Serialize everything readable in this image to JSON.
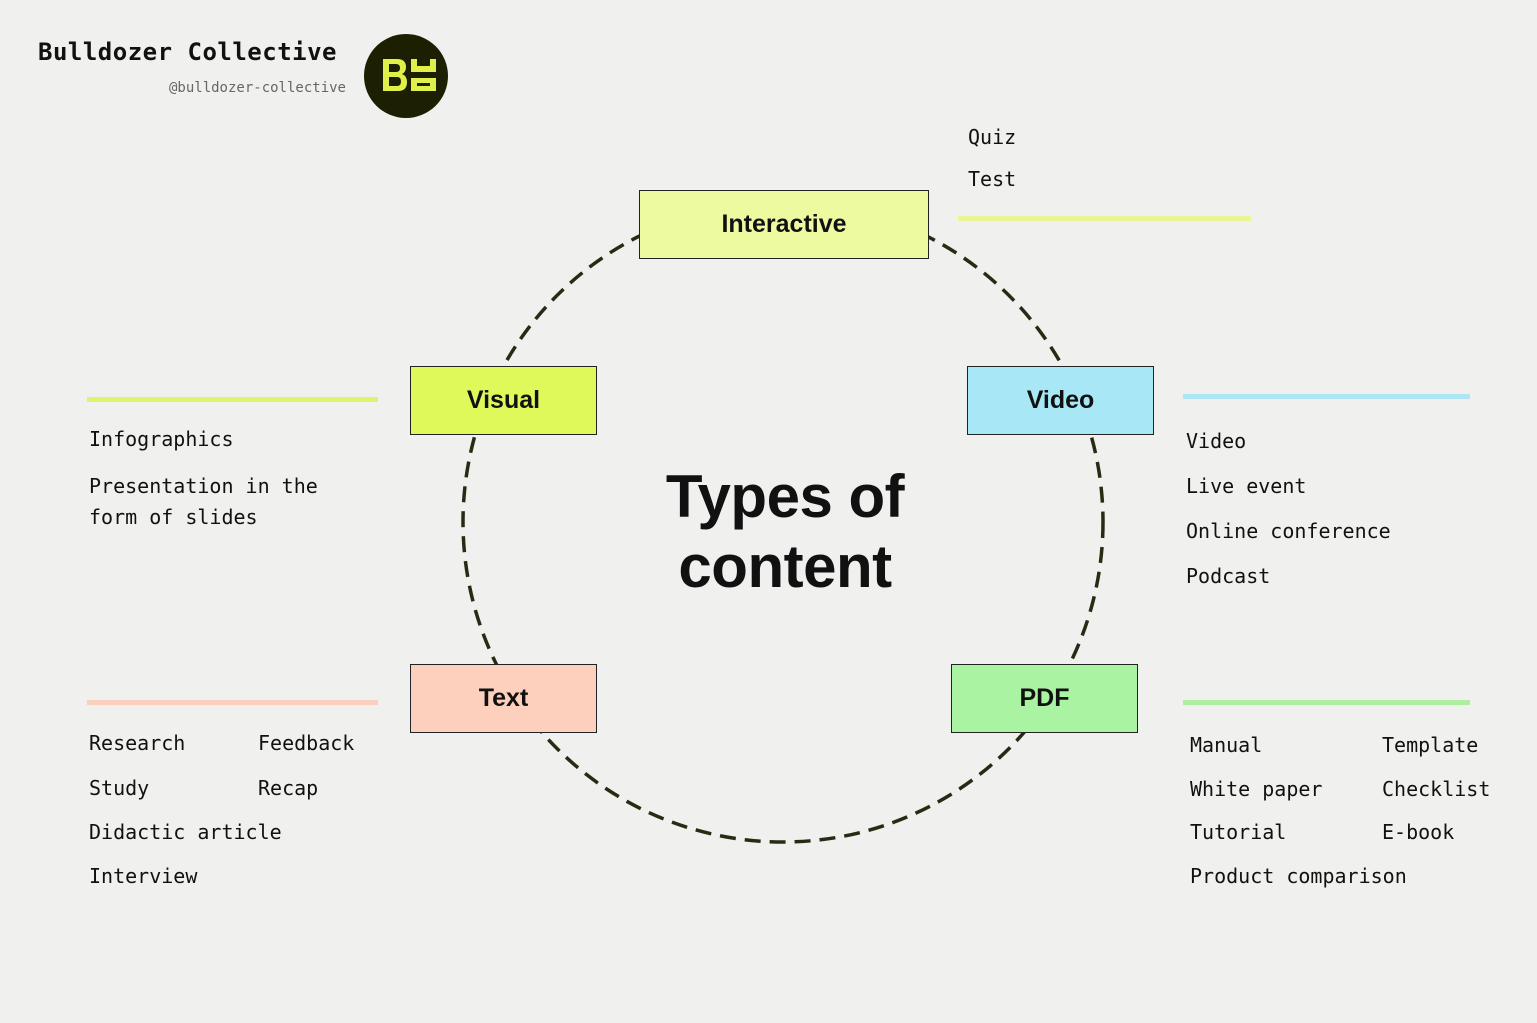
{
  "header": {
    "name": "Bulldozer Collective",
    "handle": "@bulldozer-collective",
    "logo_text": "BC",
    "logo_colors": {
      "background": "#1d1f02",
      "mark": "#dff04a"
    }
  },
  "title": {
    "line1": "Types of",
    "line2": "content"
  },
  "nodes": {
    "interactive": {
      "label": "Interactive",
      "color": "#eefaa0"
    },
    "visual": {
      "label": "Visual",
      "color": "#e0f95a"
    },
    "video": {
      "label": "Video",
      "color": "#a8e8f6"
    },
    "text": {
      "label": "Text",
      "color": "#fdd0bd"
    },
    "pdf": {
      "label": "PDF",
      "color": "#a9f3a2"
    }
  },
  "lists": {
    "interactive": {
      "items": [
        "Quiz",
        "Test"
      ],
      "rule_color": "#eaf693"
    },
    "visual": {
      "items": [
        "Infographics",
        "Presentation in the",
        "form of slides"
      ],
      "rule_color": "#def46a"
    },
    "video": {
      "items": [
        "Video",
        "Live event",
        "Online conference",
        "Podcast"
      ],
      "rule_color": "#aee6f5"
    },
    "text": {
      "col1": [
        "Research",
        "Study",
        "Didactic article",
        "Interview"
      ],
      "col2": [
        "Feedback",
        "Recap"
      ],
      "rule_color": "#fbcfbd"
    },
    "pdf": {
      "col1": [
        "Manual",
        "White paper",
        "Tutorial",
        "Product comparison"
      ],
      "col2": [
        "Template",
        "Checklist",
        "E-book"
      ],
      "rule_color": "#aeee9f"
    }
  },
  "circle_stroke": "#2a2a14"
}
